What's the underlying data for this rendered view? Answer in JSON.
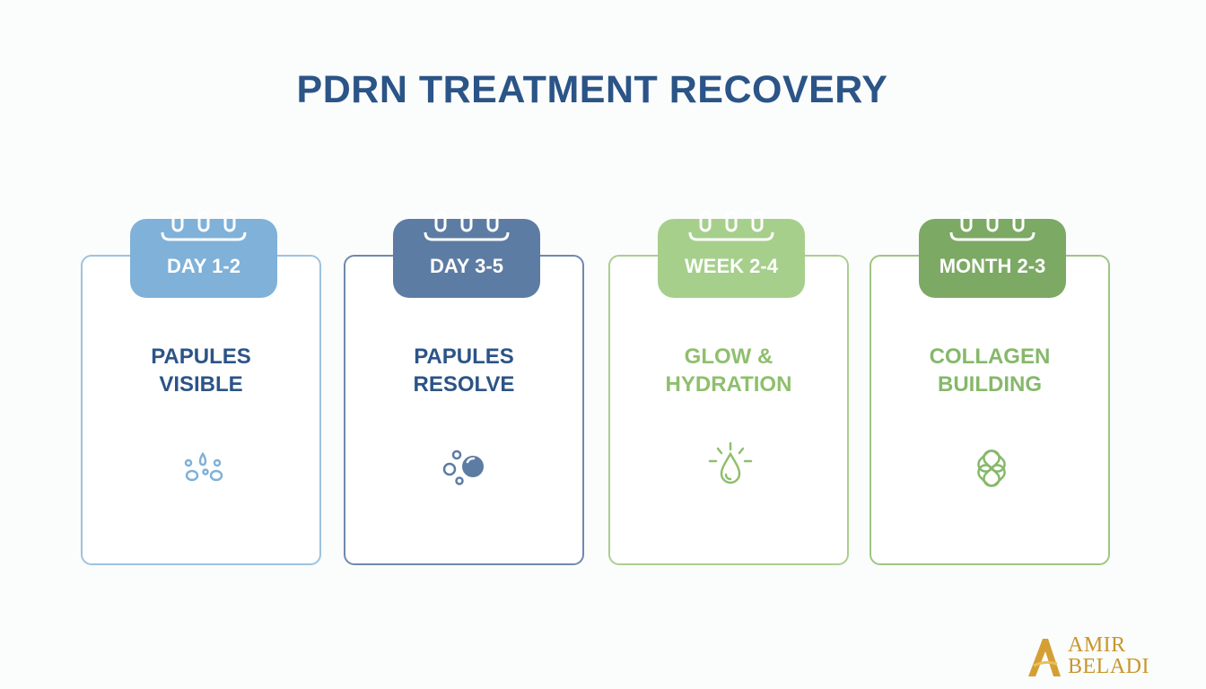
{
  "title": "PDRN TREATMENT RECOVERY",
  "stages": [
    {
      "period": "DAY 1-2",
      "line1": "PAPULES",
      "line2": "VISIBLE",
      "icon": "droplets-icon"
    },
    {
      "period": "DAY 3-5",
      "line1": "PAPULES",
      "line2": "RESOLVE",
      "icon": "bubbles-icon"
    },
    {
      "period": "WEEK 2-4",
      "line1": "GLOW &",
      "line2": "HYDRATION",
      "icon": "glowing-drop-icon"
    },
    {
      "period": "MONTH 2-3",
      "line1": "COLLAGEN",
      "line2": "BUILDING",
      "icon": "interlaced-rings-icon"
    }
  ],
  "logo": {
    "line1": "AMIR",
    "line2": "BELADI"
  },
  "colors": {
    "title": "#2b5487",
    "stage1": "#7fb1d9",
    "stage2": "#5d7ca3",
    "stage3": "#a6cf8c",
    "stage4": "#7ca964",
    "logo": "#c8962b"
  }
}
